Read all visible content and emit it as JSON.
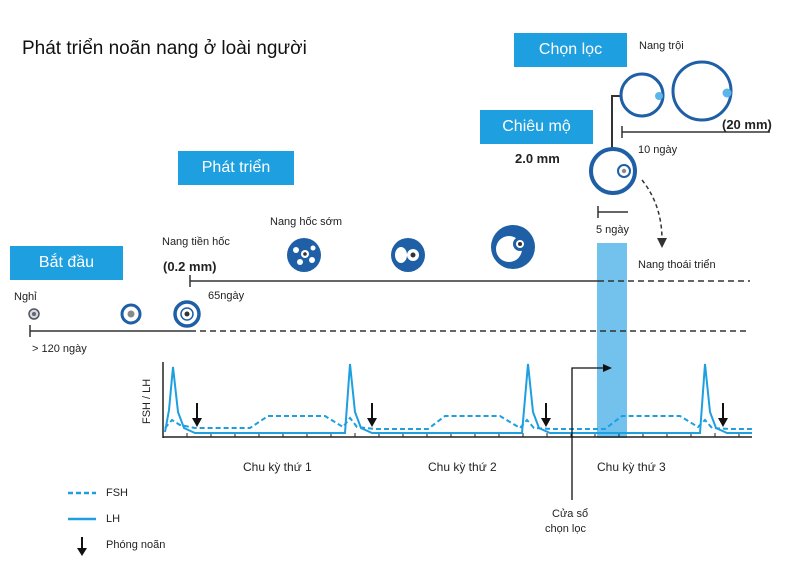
{
  "title": "Phát triển noãn nang ở loài người",
  "stages": {
    "start": "Bắt đầu",
    "growth": "Phát triển",
    "recruit": "Chiêu mộ",
    "select": "Chọn lọc"
  },
  "labels": {
    "rest": "Nghỉ",
    "preantral": "Nang tiền hốc",
    "size_preantral": "(0.2 mm)",
    "early_antral": "Nang hốc sớm",
    "dominant": "Nang trội",
    "size_dominant": "(20 mm)",
    "size_recruit": "2.0 mm",
    "atretic": "Nang thoái triển",
    "days_120": "> 120 ngày",
    "days_65": "65ngày",
    "days_10": "10 ngày",
    "days_5": "5 ngày",
    "selection_window": [
      "Cửa sổ",
      "chọn lọc"
    ]
  },
  "hormone_chart": {
    "y_axis": "FSH / LH",
    "cycles": [
      "Chu kỳ thứ 1",
      "Chu kỳ thứ 2",
      "Chu kỳ thứ 3"
    ]
  },
  "legend": {
    "fsh": "FSH",
    "lh": "LH",
    "ovulation": "Phóng noãn"
  },
  "colors": {
    "accent": "#1e9fe0",
    "follicle_ring": "#1f5fa6",
    "window": "#5ab6ea"
  }
}
